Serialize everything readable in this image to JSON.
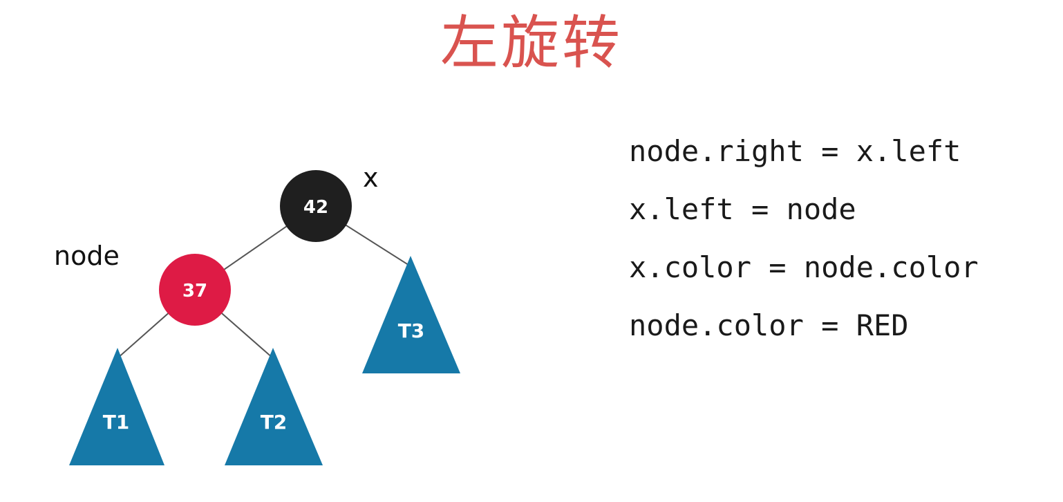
{
  "title": "左旋转",
  "colors": {
    "title": "#d9534f",
    "black_node": "#1f1f1f",
    "red_node": "#de1b45",
    "subtree": "#1679a8",
    "edge": "#555555"
  },
  "tree": {
    "x_label": "x",
    "node_label": "node",
    "x_node": {
      "value": "42",
      "color": "black"
    },
    "node_node": {
      "value": "37",
      "color": "red"
    },
    "subtrees": [
      "T1",
      "T2",
      "T3"
    ]
  },
  "code": [
    "node.right = x.left",
    "x.left = node",
    "x.color = node.color",
    "node.color = RED"
  ]
}
